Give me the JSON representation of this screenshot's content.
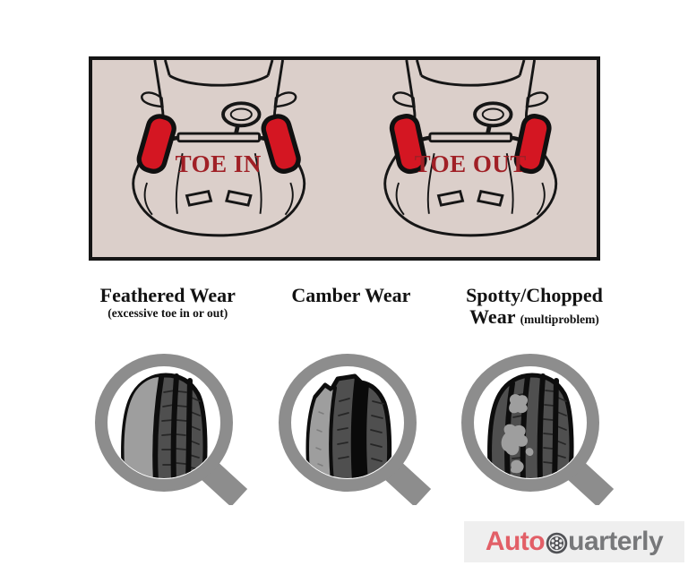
{
  "alignment": {
    "toe_in_label": "TOE IN",
    "toe_out_label": "TOE OUT"
  },
  "wear_types": [
    {
      "title": "Feathered Wear",
      "subtitle": "(excessive toe in or out)"
    },
    {
      "title": "Camber Wear"
    },
    {
      "title_line1": "Spotty/Chopped",
      "title_line2": "Wear",
      "subtitle": "(multiproblem)"
    }
  ],
  "logo": {
    "prefix": "Auto",
    "suffix": "uarterly",
    "wheel_icon": "wheel-icon"
  },
  "colors": {
    "tire_red": "#d41622",
    "toe_text": "#a02026",
    "box_bg": "#dbcfca",
    "magnifier_gray": "#8d8d8d",
    "worn_gray": "#9e9e9e",
    "tread_dark": "#4f4f4f",
    "logo_red": "#e25f67",
    "logo_gray": "#77787a",
    "logo_bg": "#efefef"
  }
}
